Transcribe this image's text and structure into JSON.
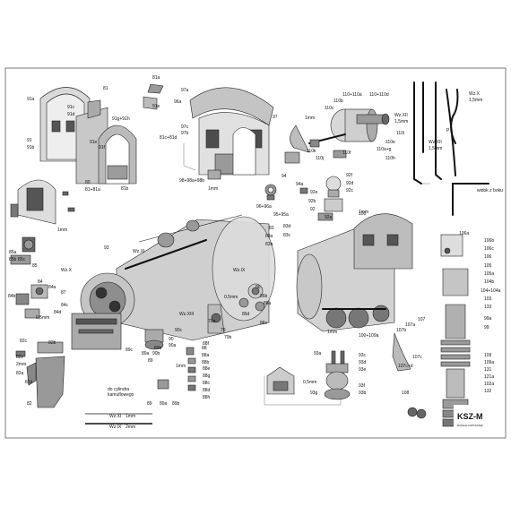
{
  "logo": {
    "text": "KSZ-M",
    "subtitle": "MODELE KARTONOWE"
  },
  "side_view_label": "widok z boku",
  "wire_labels": {
    "wz_xi_top": "Wz.XI",
    "wz_ix_top": "Wz.IX",
    "wz_x": "Wz.X",
    "wz_xiii": "Wz.XIII",
    "wz_xii_1": "Wz.XII",
    "wz_xii_2": "Wz.XII",
    "wz_xii_mm_1": "1,5mm",
    "wz_xii_mm_2": "1,5mm",
    "wz_x_right": "Wz.X",
    "wz_x_right_mm": "1,5mm",
    "p_label": "P",
    "wz_xi_bottom": "Wz.XI",
    "wz_xi_bottom_mm": "1mm",
    "wz_ix_bottom": "Wz.IX",
    "wz_ix_bottom_mm": "2mm"
  },
  "notes": {
    "cyl_line1": "do cylindra",
    "cyl_line2": "kamuflowego"
  },
  "dims": [
    "1mm",
    "1mm",
    "1mm",
    "1mm",
    "0,5mm",
    "2mm",
    "0,5mm",
    "1mm",
    "0,5mm",
    "1mm"
  ],
  "labels": [
    "91a",
    "91c",
    "91d",
    "91",
    "91b",
    "91e",
    "81",
    "81a",
    "91e",
    "91f",
    "81c+81d",
    "91g+91h",
    "81b",
    "80",
    "81+81a",
    "97a",
    "96a",
    "97c",
    "97b",
    "97",
    "98+98a+98b",
    "110+110a",
    "110+110d",
    "110b",
    "110c",
    "110f",
    "110e",
    "110i",
    "110h",
    "110a+g",
    "110j",
    "110k",
    "94",
    "94a",
    "96+96a",
    "95+95a",
    "92f",
    "92d",
    "92e",
    "92c",
    "92b",
    "92",
    "92a",
    "86",
    "86a",
    "86b",
    "86c",
    "86d",
    "85",
    "85a",
    "85b",
    "85c",
    "84",
    "84a",
    "84b",
    "84c",
    "84d",
    "87",
    "93",
    "88",
    "88a",
    "88b",
    "89",
    "89a",
    "89b",
    "89c",
    "83",
    "83a",
    "83b",
    "83c",
    "83d",
    "82",
    "82a",
    "82b",
    "82c",
    "82d",
    "82e",
    "90",
    "90a",
    "90b",
    "90c",
    "79",
    "79a",
    "79b",
    "88f",
    "88e",
    "88g",
    "88c",
    "88d",
    "88h",
    "89",
    "89a",
    "89b",
    "100",
    "100+109a",
    "106a",
    "106b",
    "106c",
    "106",
    "105",
    "105a",
    "104b",
    "104+104a",
    "103",
    "133",
    "99a",
    "99",
    "107",
    "107a",
    "107b",
    "107c",
    "107c+d",
    "109",
    "109a",
    "131",
    "121a",
    "102a",
    "132",
    "108",
    "93a",
    "93b",
    "93c",
    "93d",
    "93e",
    "93f",
    "93g"
  ]
}
